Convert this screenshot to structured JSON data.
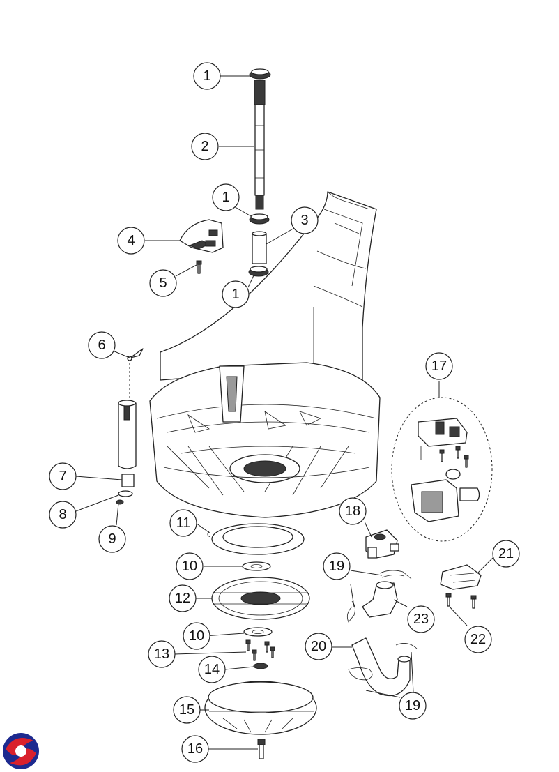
{
  "diagram": {
    "callouts": [
      {
        "label": "1"
      },
      {
        "label": "2"
      },
      {
        "label": "1"
      },
      {
        "label": "3"
      },
      {
        "label": "4"
      },
      {
        "label": "5"
      },
      {
        "label": "1"
      },
      {
        "label": "6"
      },
      {
        "label": "17"
      },
      {
        "label": "7"
      },
      {
        "label": "8"
      },
      {
        "label": "9"
      },
      {
        "label": "11"
      },
      {
        "label": "18"
      },
      {
        "label": "21"
      },
      {
        "label": "10"
      },
      {
        "label": "19"
      },
      {
        "label": "12"
      },
      {
        "label": "23"
      },
      {
        "label": "10"
      },
      {
        "label": "22"
      },
      {
        "label": "20"
      },
      {
        "label": "13"
      },
      {
        "label": "14"
      },
      {
        "label": "19"
      },
      {
        "label": "15"
      },
      {
        "label": "16"
      }
    ]
  },
  "logo": {
    "name": "brand-logo-icon"
  }
}
